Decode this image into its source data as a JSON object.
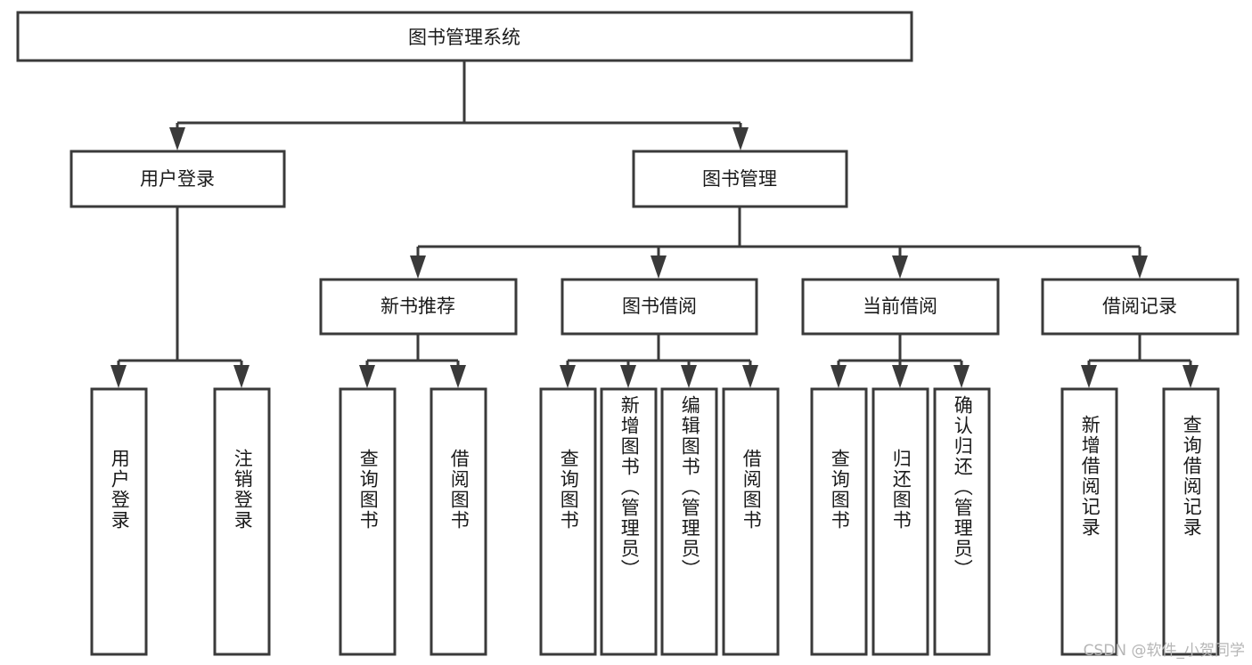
{
  "diagram": {
    "title": "图书管理系统",
    "type": "tree-hierarchy-diagram",
    "colors": {
      "box_fill": "#ffffff",
      "box_stroke": "#3a3a3a",
      "text": "#1a1a1a",
      "background": "#ffffff",
      "watermark": "#b6b6b6"
    },
    "root": {
      "label": "图书管理系统"
    },
    "level2": [
      {
        "label": "用户登录"
      },
      {
        "label": "图书管理"
      }
    ],
    "level3": [
      {
        "label": "新书推荐"
      },
      {
        "label": "图书借阅"
      },
      {
        "label": "当前借阅"
      },
      {
        "label": "借阅记录"
      }
    ],
    "leaves": {
      "user_login": [
        {
          "label": "用户登录"
        },
        {
          "label": "注销登录"
        }
      ],
      "new_book_recommend": [
        {
          "label": "查询图书"
        },
        {
          "label": "借阅图书"
        }
      ],
      "book_borrow": [
        {
          "label": "查询图书"
        },
        {
          "label": "新增图书（管理员）"
        },
        {
          "label": "编辑图书（管理员）"
        },
        {
          "label": "借阅图书"
        }
      ],
      "current_borrow": [
        {
          "label": "查询图书"
        },
        {
          "label": "归还图书"
        },
        {
          "label": "确认归还（管理员）"
        }
      ],
      "borrow_record": [
        {
          "label": "新增借阅记录"
        },
        {
          "label": "查询借阅记录"
        }
      ]
    },
    "watermark": "CSDN @软件_小贺同学"
  }
}
